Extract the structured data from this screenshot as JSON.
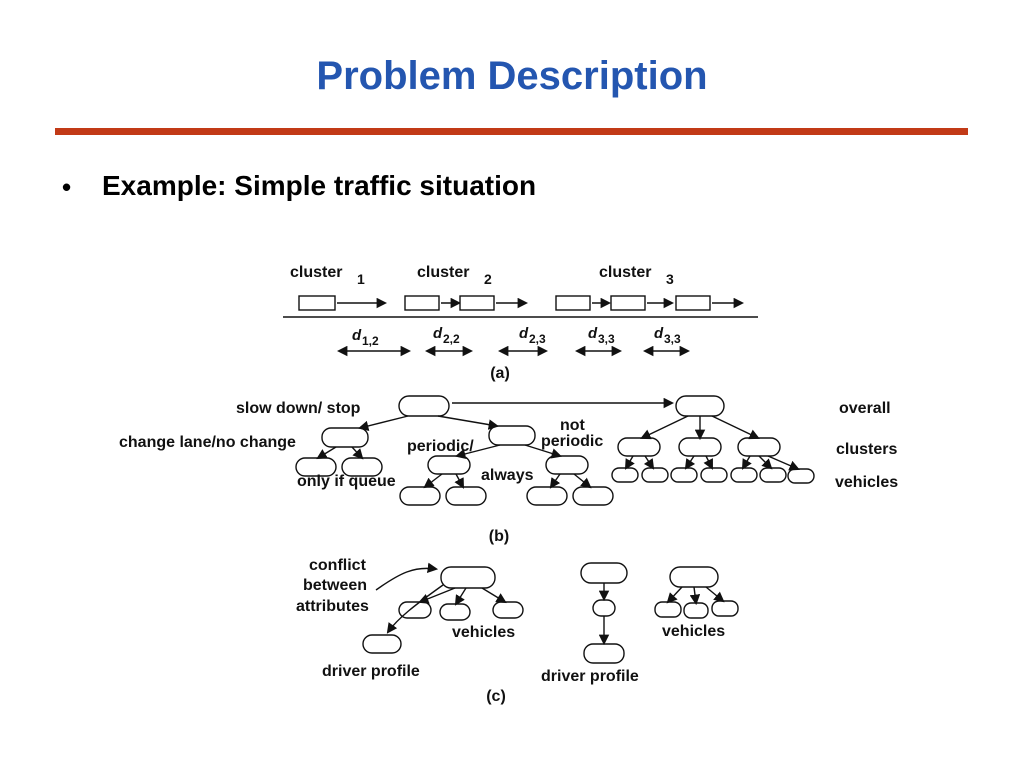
{
  "slide": {
    "title": "Problem Description",
    "bullet_glyph": "•",
    "bullet_text": "Example: Simple traffic situation"
  },
  "colors": {
    "title_blue": "#2456b0",
    "rule_red": "#c23a17",
    "figure_ink": "#111111"
  },
  "figure": {
    "a": {
      "cluster_word": "cluster",
      "cluster_numbers": [
        "1",
        "2",
        "3"
      ],
      "d_symbol": "d",
      "distance_subscripts": [
        "1,2",
        "2,2",
        "2,3",
        "3,3",
        "3,3"
      ],
      "caption": "(a)"
    },
    "b": {
      "slow_label": "slow down/ stop",
      "change_label": "change lane/no change",
      "queue_label": "only if queue",
      "periodic_label": "periodic/",
      "always_label": "always",
      "not_label_line1": "not",
      "not_label_line2": "periodic",
      "overall_label": "overall",
      "clusters_label": "clusters",
      "vehicles_label": "vehicles",
      "caption": "(b)"
    },
    "c": {
      "conflict_line1": "conflict",
      "conflict_line2": "between",
      "conflict_line3": "attributes",
      "vehicles_left_label": "vehicles",
      "driver_left_label": "driver profile",
      "driver_mid_label": "driver profile",
      "vehicles_right_label": "vehicles",
      "caption": "(c)"
    }
  }
}
